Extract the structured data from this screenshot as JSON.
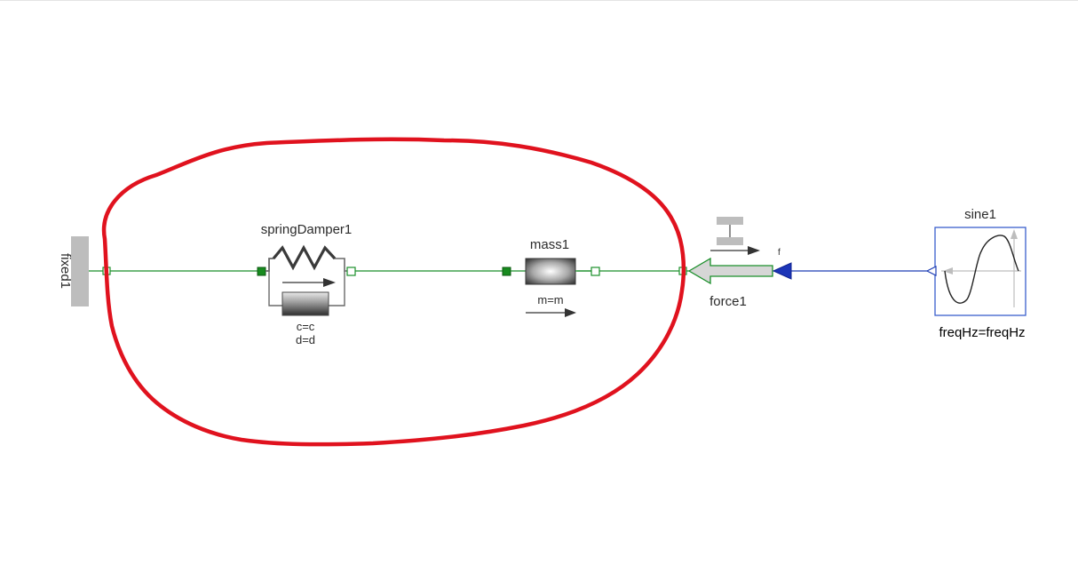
{
  "diagram": {
    "components": {
      "fixed": {
        "name": "fixed1"
      },
      "spring_damper": {
        "name": "springDamper1",
        "param_c": "c=c",
        "param_d": "d=d"
      },
      "mass": {
        "name": "mass1",
        "param_m": "m=m"
      },
      "force": {
        "name": "force1",
        "port_label": "f"
      },
      "sine": {
        "name": "sine1",
        "param_freq": "freqHz=freqHz"
      }
    },
    "colors": {
      "mechanical_connection": "#1a8f2a",
      "signal_connection": "#1f3fb5",
      "annotation_outline": "#e0121e",
      "force_arrow_fill": "#d8d8d8",
      "block_border": "#3a5fcd"
    }
  }
}
